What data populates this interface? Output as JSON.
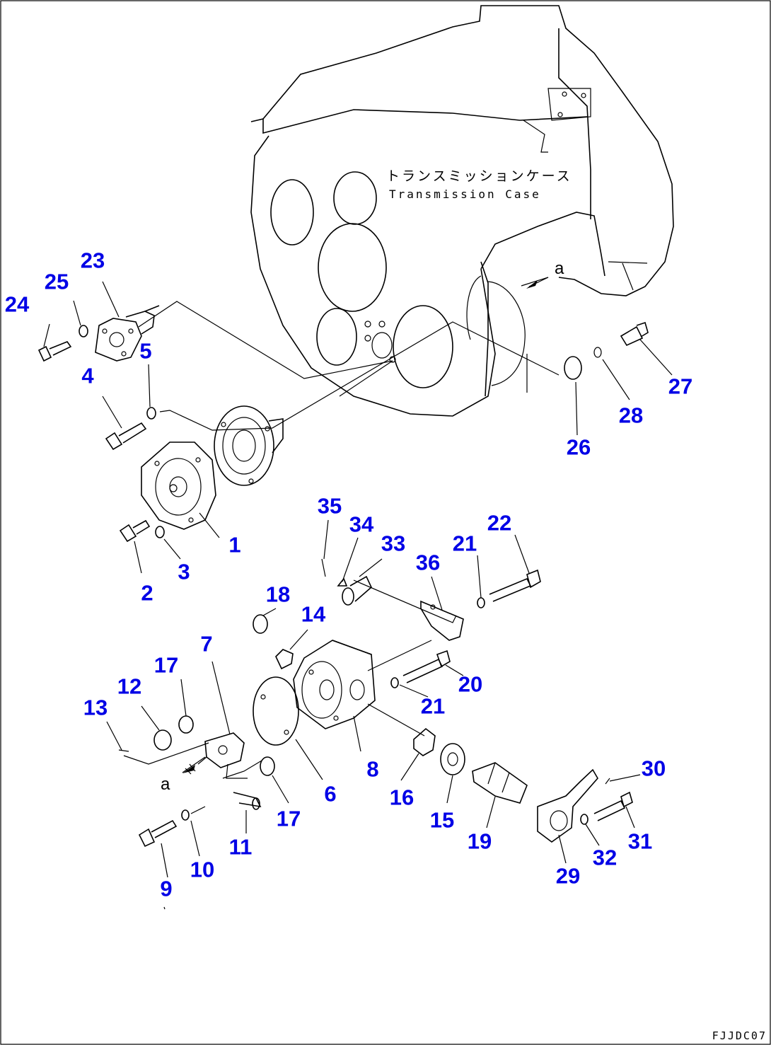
{
  "case_label_jp": "トランスミッションケース",
  "case_label_en": "Transmission Case",
  "figure_code": "FJJDC07",
  "view_marker": "a",
  "part_numbers": [
    {
      "id": "1",
      "label": "1"
    },
    {
      "id": "2",
      "label": "2"
    },
    {
      "id": "3",
      "label": "3"
    },
    {
      "id": "4",
      "label": "4"
    },
    {
      "id": "5",
      "label": "5"
    },
    {
      "id": "6",
      "label": "6"
    },
    {
      "id": "7",
      "label": "7"
    },
    {
      "id": "8",
      "label": "8"
    },
    {
      "id": "9",
      "label": "9"
    },
    {
      "id": "10",
      "label": "10"
    },
    {
      "id": "11",
      "label": "11"
    },
    {
      "id": "12",
      "label": "12"
    },
    {
      "id": "13",
      "label": "13"
    },
    {
      "id": "14",
      "label": "14"
    },
    {
      "id": "15",
      "label": "15"
    },
    {
      "id": "16",
      "label": "16"
    },
    {
      "id": "17a",
      "label": "17"
    },
    {
      "id": "17b",
      "label": "17"
    },
    {
      "id": "18",
      "label": "18"
    },
    {
      "id": "19",
      "label": "19"
    },
    {
      "id": "20",
      "label": "20"
    },
    {
      "id": "21a",
      "label": "21"
    },
    {
      "id": "21b",
      "label": "21"
    },
    {
      "id": "22",
      "label": "22"
    },
    {
      "id": "23",
      "label": "23"
    },
    {
      "id": "24",
      "label": "24"
    },
    {
      "id": "25",
      "label": "25"
    },
    {
      "id": "26",
      "label": "26"
    },
    {
      "id": "27",
      "label": "27"
    },
    {
      "id": "28",
      "label": "28"
    },
    {
      "id": "29",
      "label": "29"
    },
    {
      "id": "30",
      "label": "30"
    },
    {
      "id": "31",
      "label": "31"
    },
    {
      "id": "32",
      "label": "32"
    },
    {
      "id": "33",
      "label": "33"
    },
    {
      "id": "34",
      "label": "34"
    },
    {
      "id": "35",
      "label": "35"
    },
    {
      "id": "36",
      "label": "36"
    }
  ],
  "colors": {
    "callout": "#0000e6",
    "line": "#000000",
    "background": "#ffffff"
  }
}
